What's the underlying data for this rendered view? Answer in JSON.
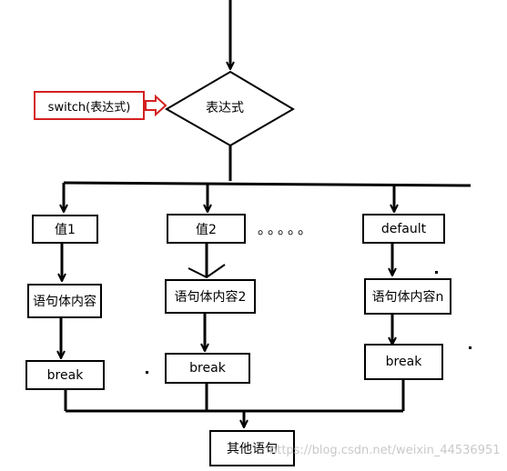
{
  "switch_label": "switch(表达式)",
  "decision": {
    "label": "表达式"
  },
  "branches": [
    {
      "case_label": "值1",
      "body_label": "语句体内容",
      "break_label": "break"
    },
    {
      "case_label": "值2",
      "body_label": "语句体内容2",
      "break_label": "break"
    },
    {
      "case_label": "default",
      "body_label": "语句体内容n",
      "break_label": "break"
    }
  ],
  "ellipsis": "。。。。。",
  "end_label": "其他语句",
  "watermark": "https://blog.csdn.net/weixin_44536951",
  "colors": {
    "line": "#000000",
    "highlight": "#d42020"
  }
}
